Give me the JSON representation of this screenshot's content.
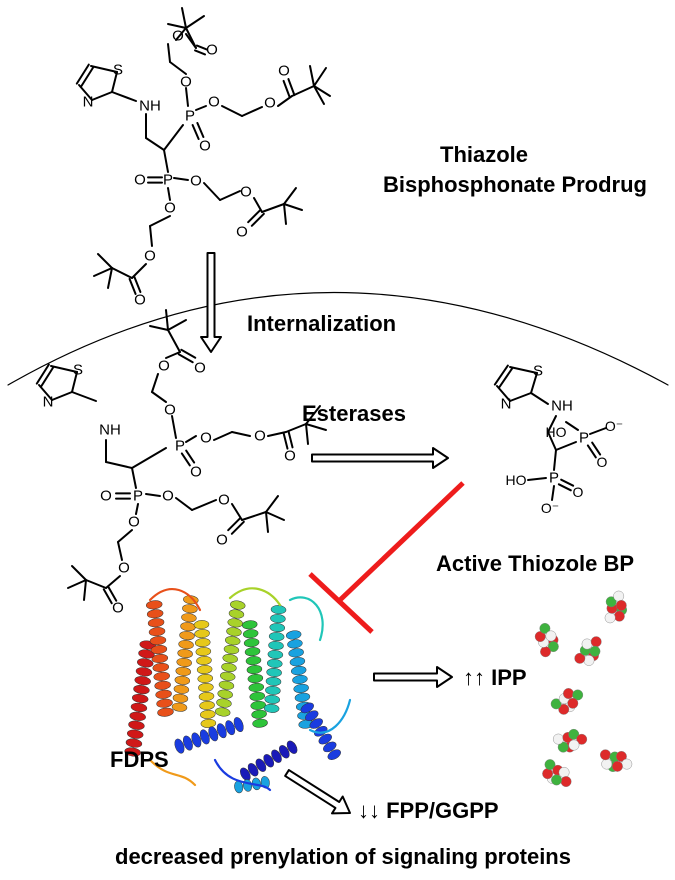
{
  "labels": {
    "prodrug_title_line1": "Thiazole",
    "prodrug_title_line2": "Bisphosphonate Prodrug",
    "internalization": "Internalization",
    "esterases": "Esterases",
    "active_bp": "Active Thiozole BP",
    "ipp": "↑↑ IPP",
    "fdps": "FDPS",
    "fpp_ggpp": "↓↓ FPP/GGPP",
    "footer": "decreased prenylation of signaling proteins"
  },
  "atoms": {
    "S": "S",
    "N": "N",
    "NH": "NH",
    "O": "O",
    "P": "P",
    "HO": "HO",
    "O_minus": "O⁻"
  },
  "colors": {
    "inhibition": "#ee1c1c",
    "protein_spectrum": [
      "#d01818",
      "#e8501a",
      "#f09a1a",
      "#e6c81a",
      "#a8d22a",
      "#2ec43a",
      "#20c6b8",
      "#19a2e0",
      "#1a3ce0",
      "#1a1ab8"
    ],
    "sphere_carbon": "#3fb23f",
    "sphere_oxygen": "#dd2a2a",
    "sphere_hydrogen": "#f2f2f2"
  }
}
